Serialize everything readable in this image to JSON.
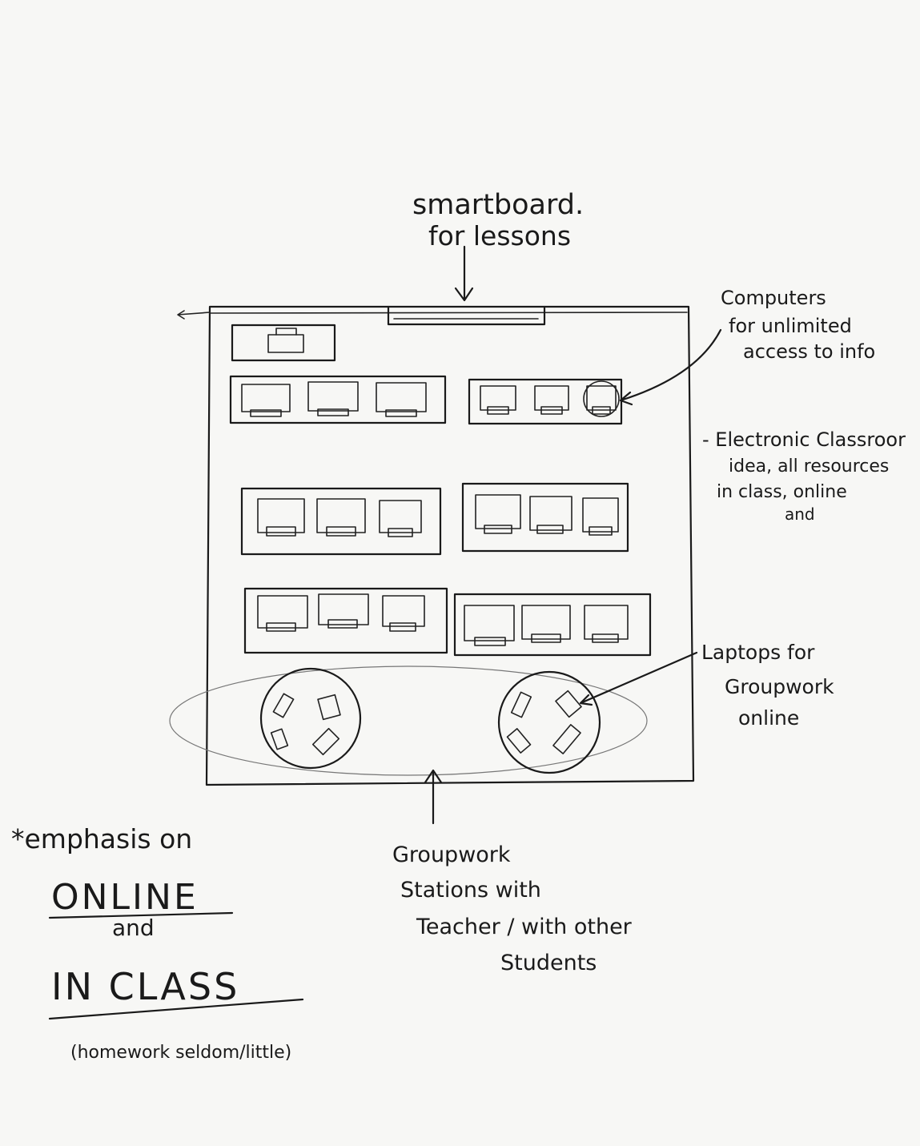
{
  "labels": {
    "smartboard_line1": "smartboard.",
    "smartboard_line2": "for lessons",
    "computers_line1": "Computers",
    "computers_line2": "for unlimited",
    "computers_line3": "access to info",
    "electronic_line1": "- Electronic Classroor",
    "electronic_line2": "idea, all resources",
    "electronic_line3": "in class, online",
    "electronic_line4": "and",
    "laptops_line1": "Laptops for",
    "laptops_line2": "Groupwork",
    "laptops_line3": "online",
    "groupwork_line1": "Groupwork",
    "groupwork_line2": "Stations with",
    "groupwork_line3": "Teacher / with other",
    "groupwork_line4": "Students",
    "emphasis_prefix": "*emphasis on",
    "emphasis_online": "ONLINE",
    "emphasis_and": "and",
    "emphasis_inclass": "IN CLASS",
    "emphasis_note": "(homework seldom/little)"
  },
  "colors": {
    "ink": "#1a1a1a",
    "paper": "#f7f7f5"
  }
}
